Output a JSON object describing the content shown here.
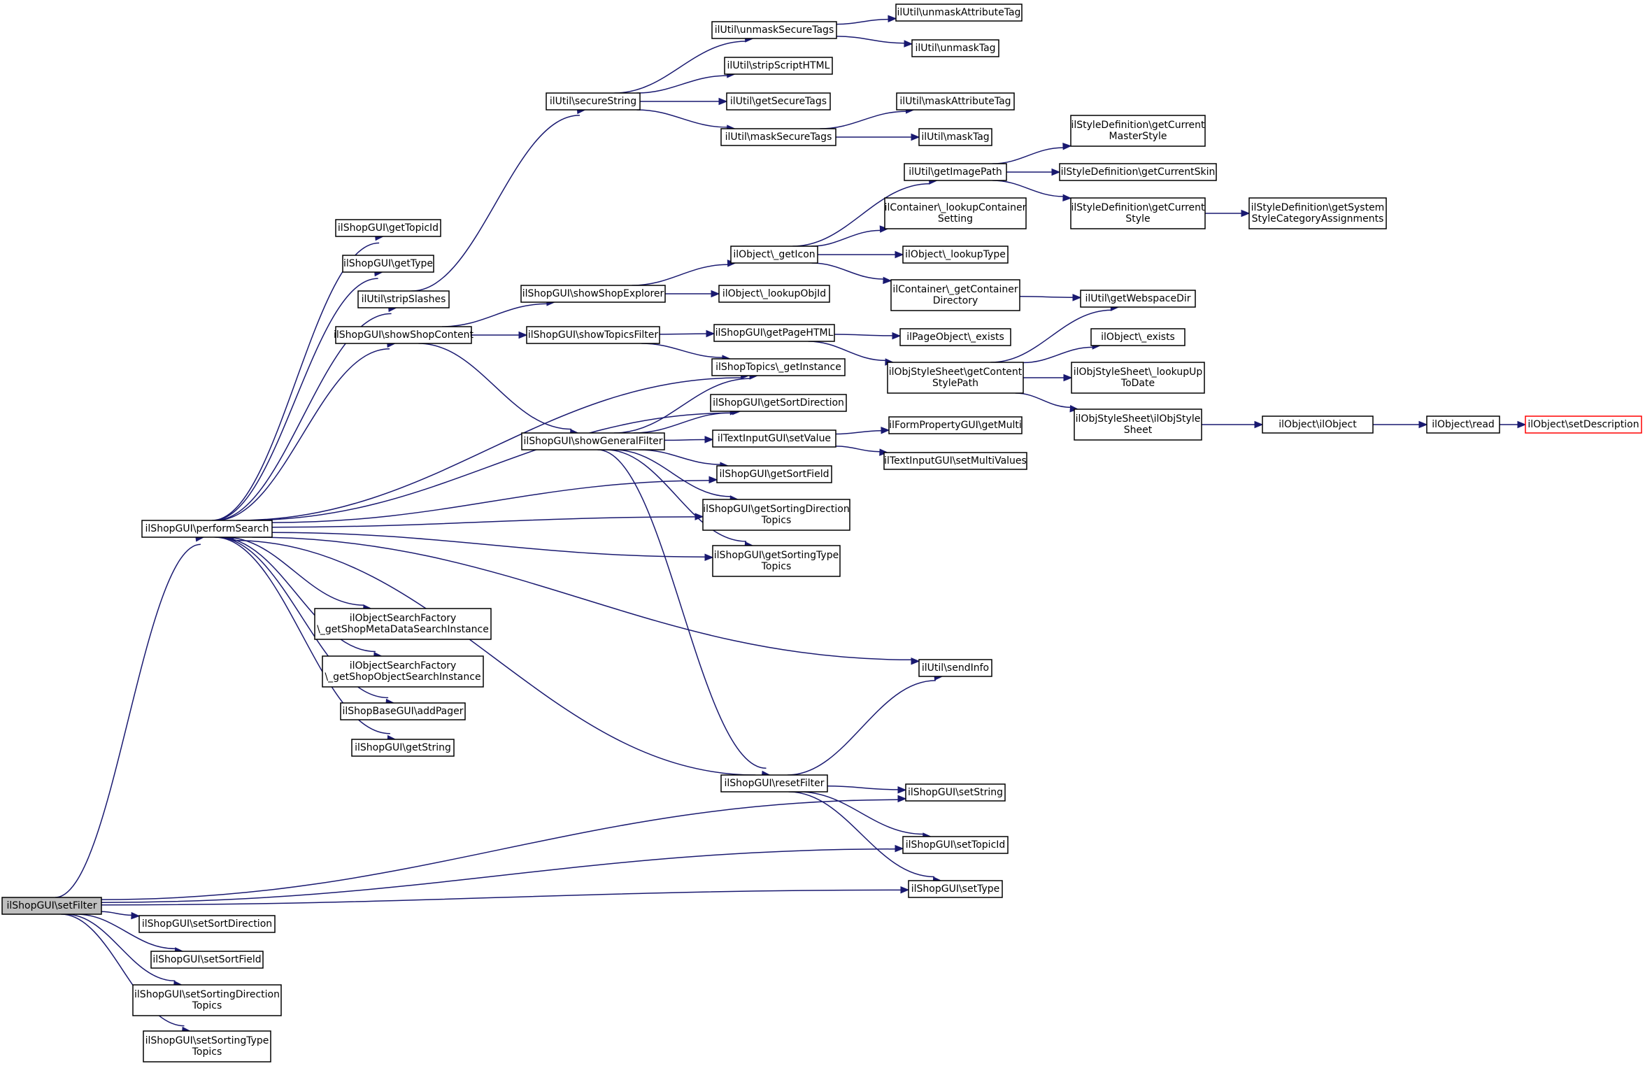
{
  "graph": {
    "colors": {
      "edge": "#191970",
      "root_fill": "#bfbfbf",
      "highlight_border": "#ff0000",
      "node_border": "#000000",
      "node_fill": "#ffffff"
    },
    "nodes": [
      {
        "id": "setFilter",
        "lines": [
          "ilShopGUI\\setFilter"
        ],
        "variant": "root"
      },
      {
        "id": "performSearch",
        "lines": [
          "ilShopGUI\\performSearch"
        ]
      },
      {
        "id": "getTopicId",
        "lines": [
          "ilShopGUI\\getTopicId"
        ]
      },
      {
        "id": "getType",
        "lines": [
          "ilShopGUI\\getType"
        ]
      },
      {
        "id": "stripSlashes",
        "lines": [
          "ilUtil\\stripSlashes"
        ]
      },
      {
        "id": "showShopContent",
        "lines": [
          "ilShopGUI\\showShopContent"
        ]
      },
      {
        "id": "secureString",
        "lines": [
          "ilUtil\\secureString"
        ]
      },
      {
        "id": "unmaskSecureTags",
        "lines": [
          "ilUtil\\unmaskSecureTags"
        ]
      },
      {
        "id": "unmaskAttributeTag",
        "lines": [
          "ilUtil\\unmaskAttributeTag"
        ]
      },
      {
        "id": "unmaskTag",
        "lines": [
          "ilUtil\\unmaskTag"
        ]
      },
      {
        "id": "stripScriptHTML",
        "lines": [
          "ilUtil\\stripScriptHTML"
        ]
      },
      {
        "id": "getSecureTags",
        "lines": [
          "ilUtil\\getSecureTags"
        ]
      },
      {
        "id": "maskSecureTags",
        "lines": [
          "ilUtil\\maskSecureTags"
        ]
      },
      {
        "id": "maskAttributeTag",
        "lines": [
          "ilUtil\\maskAttributeTag"
        ]
      },
      {
        "id": "maskTag",
        "lines": [
          "ilUtil\\maskTag"
        ]
      },
      {
        "id": "showShopExplorer",
        "lines": [
          "ilShopGUI\\showShopExplorer"
        ]
      },
      {
        "id": "getIcon",
        "lines": [
          "ilObject\\_getIcon"
        ]
      },
      {
        "id": "lookupObjId",
        "lines": [
          "ilObject\\_lookupObjId"
        ]
      },
      {
        "id": "getImagePath",
        "lines": [
          "ilUtil\\getImagePath"
        ]
      },
      {
        "id": "lookupContainerSetting",
        "lines": [
          "ilContainer\\_lookupContainer",
          "Setting"
        ]
      },
      {
        "id": "lookupType",
        "lines": [
          "ilObject\\_lookupType"
        ]
      },
      {
        "id": "getContainerDirectory",
        "lines": [
          "ilContainer\\_getContainer",
          "Directory"
        ]
      },
      {
        "id": "getCurrentMasterStyle",
        "lines": [
          "ilStyleDefinition\\getCurrent",
          "MasterStyle"
        ]
      },
      {
        "id": "getCurrentSkin",
        "lines": [
          "ilStyleDefinition\\getCurrentSkin"
        ]
      },
      {
        "id": "getCurrentStyle",
        "lines": [
          "ilStyleDefinition\\getCurrent",
          "Style"
        ]
      },
      {
        "id": "getSystemStyleCategoryAssignments",
        "lines": [
          "ilStyleDefinition\\getSystem",
          "StyleCategoryAssignments"
        ]
      },
      {
        "id": "getWebspaceDir",
        "lines": [
          "ilUtil\\getWebspaceDir"
        ]
      },
      {
        "id": "showTopicsFilter",
        "lines": [
          "ilShopGUI\\showTopicsFilter"
        ]
      },
      {
        "id": "getPageHTML",
        "lines": [
          "ilShopGUI\\getPageHTML"
        ]
      },
      {
        "id": "pageObjectExists",
        "lines": [
          "ilPageObject\\_exists"
        ]
      },
      {
        "id": "getContentStylePath",
        "lines": [
          "ilObjStyleSheet\\getContent",
          "StylePath"
        ]
      },
      {
        "id": "objectExists",
        "lines": [
          "ilObject\\_exists"
        ]
      },
      {
        "id": "lookupUpToDate",
        "lines": [
          "ilObjStyleSheet\\_lookupUp",
          "ToDate"
        ]
      },
      {
        "id": "ilObjStyleSheet",
        "lines": [
          "ilObjStyleSheet\\ilObjStyle",
          "Sheet"
        ]
      },
      {
        "id": "ilObject",
        "lines": [
          "ilObject\\ilObject"
        ]
      },
      {
        "id": "read",
        "lines": [
          "ilObject\\read"
        ]
      },
      {
        "id": "setDescription",
        "lines": [
          "ilObject\\setDescription"
        ],
        "variant": "ext"
      },
      {
        "id": "getInstance",
        "lines": [
          "ilShopTopics\\_getInstance"
        ]
      },
      {
        "id": "showGeneralFilter",
        "lines": [
          "ilShopGUI\\showGeneralFilter"
        ]
      },
      {
        "id": "getSortDirection",
        "lines": [
          "ilShopGUI\\getSortDirection"
        ]
      },
      {
        "id": "setValue",
        "lines": [
          "ilTextInputGUI\\setValue"
        ]
      },
      {
        "id": "getMulti",
        "lines": [
          "ilFormPropertyGUI\\getMulti"
        ]
      },
      {
        "id": "setMultiValues",
        "lines": [
          "ilTextInputGUI\\setMultiValues"
        ]
      },
      {
        "id": "getSortField",
        "lines": [
          "ilShopGUI\\getSortField"
        ]
      },
      {
        "id": "getSortingDirectionTopics",
        "lines": [
          "ilShopGUI\\getSortingDirection",
          "Topics"
        ]
      },
      {
        "id": "getSortingTypeTopics",
        "lines": [
          "ilShopGUI\\getSortingType",
          "Topics"
        ]
      },
      {
        "id": "getShopMetaDataSearchInstance",
        "lines": [
          "ilObjectSearchFactory",
          "\\_getShopMetaDataSearchInstance"
        ]
      },
      {
        "id": "getShopObjectSearchInstance",
        "lines": [
          "ilObjectSearchFactory",
          "\\_getShopObjectSearchInstance"
        ]
      },
      {
        "id": "addPager",
        "lines": [
          "ilShopBaseGUI\\addPager"
        ]
      },
      {
        "id": "getString",
        "lines": [
          "ilShopGUI\\getString"
        ]
      },
      {
        "id": "sendInfo",
        "lines": [
          "ilUtil\\sendInfo"
        ]
      },
      {
        "id": "resetFilter",
        "lines": [
          "ilShopGUI\\resetFilter"
        ]
      },
      {
        "id": "setString",
        "lines": [
          "ilShopGUI\\setString"
        ]
      },
      {
        "id": "setTopicId",
        "lines": [
          "ilShopGUI\\setTopicId"
        ]
      },
      {
        "id": "setType",
        "lines": [
          "ilShopGUI\\setType"
        ]
      },
      {
        "id": "setSortDirection",
        "lines": [
          "ilShopGUI\\setSortDirection"
        ]
      },
      {
        "id": "setSortField",
        "lines": [
          "ilShopGUI\\setSortField"
        ]
      },
      {
        "id": "setSortingDirectionTopics",
        "lines": [
          "ilShopGUI\\setSortingDirection",
          "Topics"
        ]
      },
      {
        "id": "setSortingTypeTopics",
        "lines": [
          "ilShopGUI\\setSortingType",
          "Topics"
        ]
      }
    ],
    "edges": [
      [
        "setFilter",
        "performSearch"
      ],
      [
        "setFilter",
        "setString"
      ],
      [
        "setFilter",
        "setTopicId"
      ],
      [
        "setFilter",
        "setType"
      ],
      [
        "setFilter",
        "setSortDirection"
      ],
      [
        "setFilter",
        "setSortField"
      ],
      [
        "setFilter",
        "setSortingDirectionTopics"
      ],
      [
        "setFilter",
        "setSortingTypeTopics"
      ],
      [
        "performSearch",
        "getTopicId"
      ],
      [
        "performSearch",
        "getType"
      ],
      [
        "performSearch",
        "stripSlashes"
      ],
      [
        "performSearch",
        "showShopContent"
      ],
      [
        "performSearch",
        "getInstance"
      ],
      [
        "performSearch",
        "getSortDirection"
      ],
      [
        "performSearch",
        "getSortField"
      ],
      [
        "performSearch",
        "getSortingDirectionTopics"
      ],
      [
        "performSearch",
        "getSortingTypeTopics"
      ],
      [
        "performSearch",
        "getShopMetaDataSearchInstance"
      ],
      [
        "performSearch",
        "getShopObjectSearchInstance"
      ],
      [
        "performSearch",
        "addPager"
      ],
      [
        "performSearch",
        "getString"
      ],
      [
        "performSearch",
        "sendInfo"
      ],
      [
        "stripSlashes",
        "secureString"
      ],
      [
        "secureString",
        "unmaskSecureTags"
      ],
      [
        "secureString",
        "stripScriptHTML"
      ],
      [
        "secureString",
        "getSecureTags"
      ],
      [
        "secureString",
        "maskSecureTags"
      ],
      [
        "unmaskSecureTags",
        "unmaskAttributeTag"
      ],
      [
        "unmaskSecureTags",
        "unmaskTag"
      ],
      [
        "maskSecureTags",
        "maskAttributeTag"
      ],
      [
        "maskSecureTags",
        "maskTag"
      ],
      [
        "showShopContent",
        "showShopExplorer"
      ],
      [
        "showShopContent",
        "showTopicsFilter"
      ],
      [
        "showShopContent",
        "showGeneralFilter"
      ],
      [
        "showShopExplorer",
        "getIcon"
      ],
      [
        "showShopExplorer",
        "lookupObjId"
      ],
      [
        "getIcon",
        "getImagePath"
      ],
      [
        "getIcon",
        "lookupContainerSetting"
      ],
      [
        "getIcon",
        "lookupType"
      ],
      [
        "getIcon",
        "getContainerDirectory"
      ],
      [
        "getImagePath",
        "getCurrentMasterStyle"
      ],
      [
        "getImagePath",
        "getCurrentSkin"
      ],
      [
        "getImagePath",
        "getCurrentStyle"
      ],
      [
        "getCurrentStyle",
        "getSystemStyleCategoryAssignments"
      ],
      [
        "getContainerDirectory",
        "getWebspaceDir"
      ],
      [
        "showTopicsFilter",
        "getPageHTML"
      ],
      [
        "showTopicsFilter",
        "getInstance"
      ],
      [
        "getPageHTML",
        "pageObjectExists"
      ],
      [
        "getPageHTML",
        "getContentStylePath"
      ],
      [
        "getContentStylePath",
        "getWebspaceDir"
      ],
      [
        "getContentStylePath",
        "objectExists"
      ],
      [
        "getContentStylePath",
        "lookupUpToDate"
      ],
      [
        "getContentStylePath",
        "ilObjStyleSheet"
      ],
      [
        "ilObjStyleSheet",
        "ilObject"
      ],
      [
        "ilObject",
        "read"
      ],
      [
        "read",
        "setDescription"
      ],
      [
        "showGeneralFilter",
        "getInstance"
      ],
      [
        "showGeneralFilter",
        "getSortDirection"
      ],
      [
        "showGeneralFilter",
        "setValue"
      ],
      [
        "showGeneralFilter",
        "getSortField"
      ],
      [
        "showGeneralFilter",
        "getSortingDirectionTopics"
      ],
      [
        "showGeneralFilter",
        "getSortingTypeTopics"
      ],
      [
        "showGeneralFilter",
        "resetFilter"
      ],
      [
        "setValue",
        "getMulti"
      ],
      [
        "setValue",
        "setMultiValues"
      ],
      [
        "resetFilter",
        "performSearch"
      ],
      [
        "resetFilter",
        "sendInfo"
      ],
      [
        "resetFilter",
        "setString"
      ],
      [
        "resetFilter",
        "setTopicId"
      ],
      [
        "resetFilter",
        "setType"
      ]
    ]
  }
}
